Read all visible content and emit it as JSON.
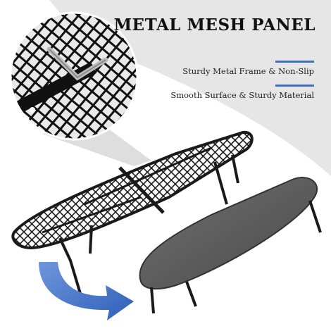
{
  "title": "METAL MESH PANEL",
  "features": [
    {
      "text": "Sturdy Metal Frame & Non-Slip"
    },
    {
      "text": "Smooth Surface & Sturdy Material"
    }
  ],
  "colors": {
    "accent": "#4a6fb0",
    "arrow": "#3f6fc4",
    "cover": "#5b5b5b",
    "frame": "#1a1a1a",
    "background_swoosh": "#e6e6e6"
  }
}
